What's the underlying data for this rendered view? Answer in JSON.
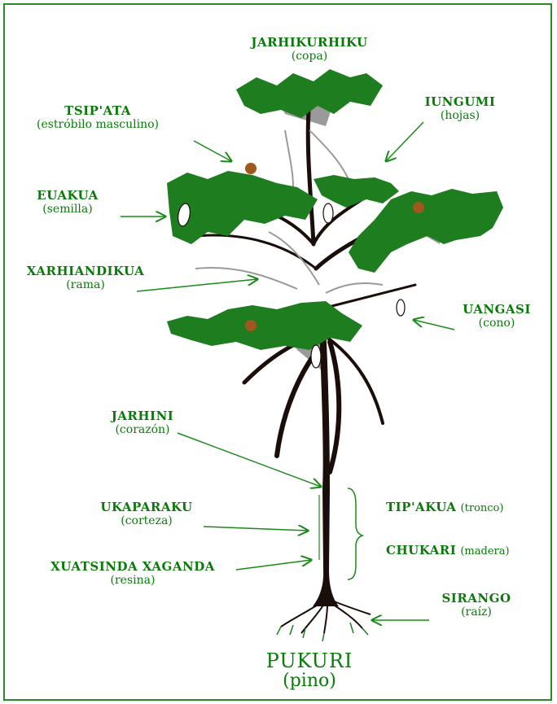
{
  "labels": {
    "jarhikurhiku": {
      "name": "JARHIKURHIKU",
      "gloss": "(copa)"
    },
    "iungumi": {
      "name": "IUNGUMI",
      "gloss": "(hojas)"
    },
    "tsipata": {
      "name": "TSIP'ATA",
      "gloss": "(estróbilo masculino)"
    },
    "euakua": {
      "name": "EUAKUA",
      "gloss": "(semilla)"
    },
    "xarhiandikua": {
      "name": "XARHIANDIKUA",
      "gloss": "(rama)"
    },
    "uangasi": {
      "name": "UANGASI",
      "gloss": "(cono)"
    },
    "jarhini": {
      "name": "JARHINI",
      "gloss": "(corazón)"
    },
    "ukaparaku": {
      "name": "UKAPARAKU",
      "gloss": "(corteza)"
    },
    "xuatsinda": {
      "name": "XUATSINDA XAGANDA",
      "gloss": "(resina)"
    },
    "tipakua": {
      "name": "TIP'AKUA",
      "gloss": "(tronco)"
    },
    "chukari": {
      "name": "CHUKARI",
      "gloss": "(madera)"
    },
    "sirango": {
      "name": "SIRANGO",
      "gloss": "(raíz)"
    }
  },
  "title": {
    "name": "PUKURI",
    "gloss": "(pino)"
  },
  "colors": {
    "foliage": "#1e7d1e",
    "trunk": "#1a0e0a",
    "cone": "#a9a9a9",
    "seed_dot": "#a0581e",
    "text": "#0a7a0a",
    "border": "#2a8a2a"
  }
}
